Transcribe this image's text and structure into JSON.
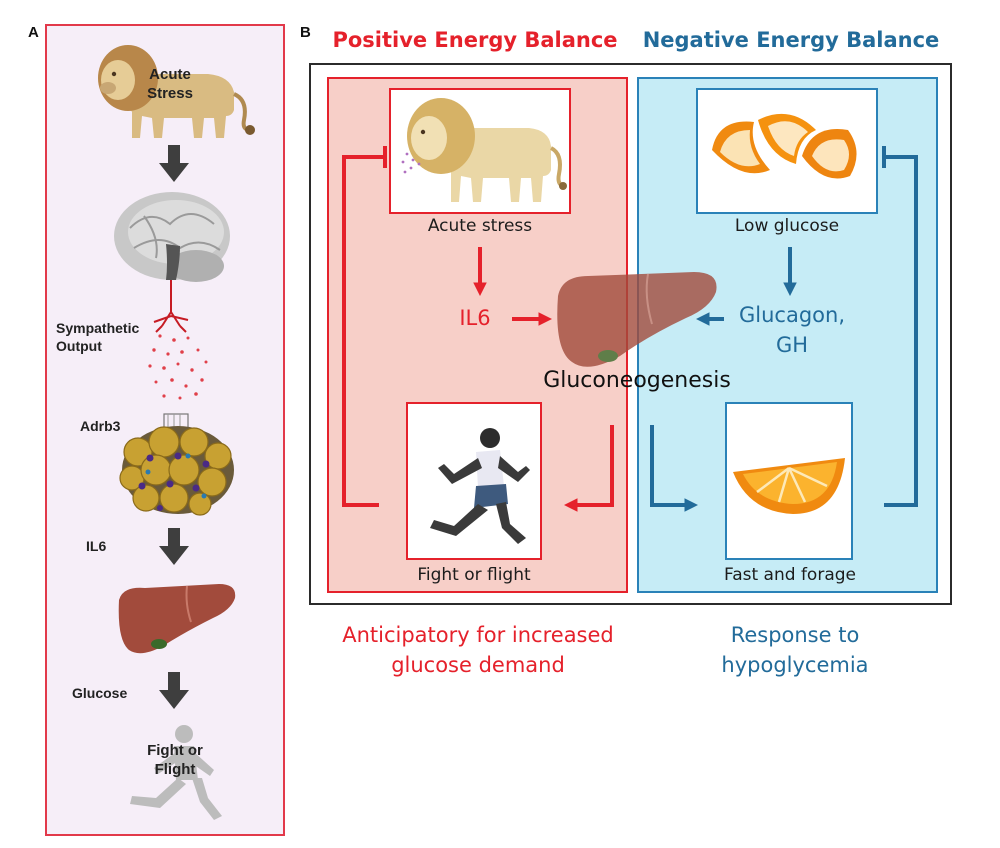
{
  "colors": {
    "red": "#e5212b",
    "blue": "#226b9a",
    "panel_a_bg": "#f6eef8",
    "liver": "#a24b3c"
  },
  "panel_a": {
    "letter": "A",
    "labels": {
      "acute_stress": "Acute\nStress",
      "sympathetic_output": "Sympathetic\nOutput",
      "adrb3": "Adrb3",
      "il6": "IL6",
      "glucose": "Glucose",
      "fight_or_flight": "Fight or\nFlight"
    }
  },
  "panel_b": {
    "letter": "B",
    "title_positive": "Positive Energy Balance",
    "title_negative": "Negative Energy Balance",
    "acute_stress": "Acute stress",
    "il6": "IL6",
    "fight_or_flight": "Fight or flight",
    "low_glucose": "Low glucose",
    "glucagon_gh": "Glucagon,\nGH",
    "fast_and_forage": "Fast and forage",
    "gluconeogenesis": "Gluconeogenesis",
    "caption_positive": "Anticipatory for increased\nglucose demand",
    "caption_negative": "Response to\nhypoglycemia"
  }
}
